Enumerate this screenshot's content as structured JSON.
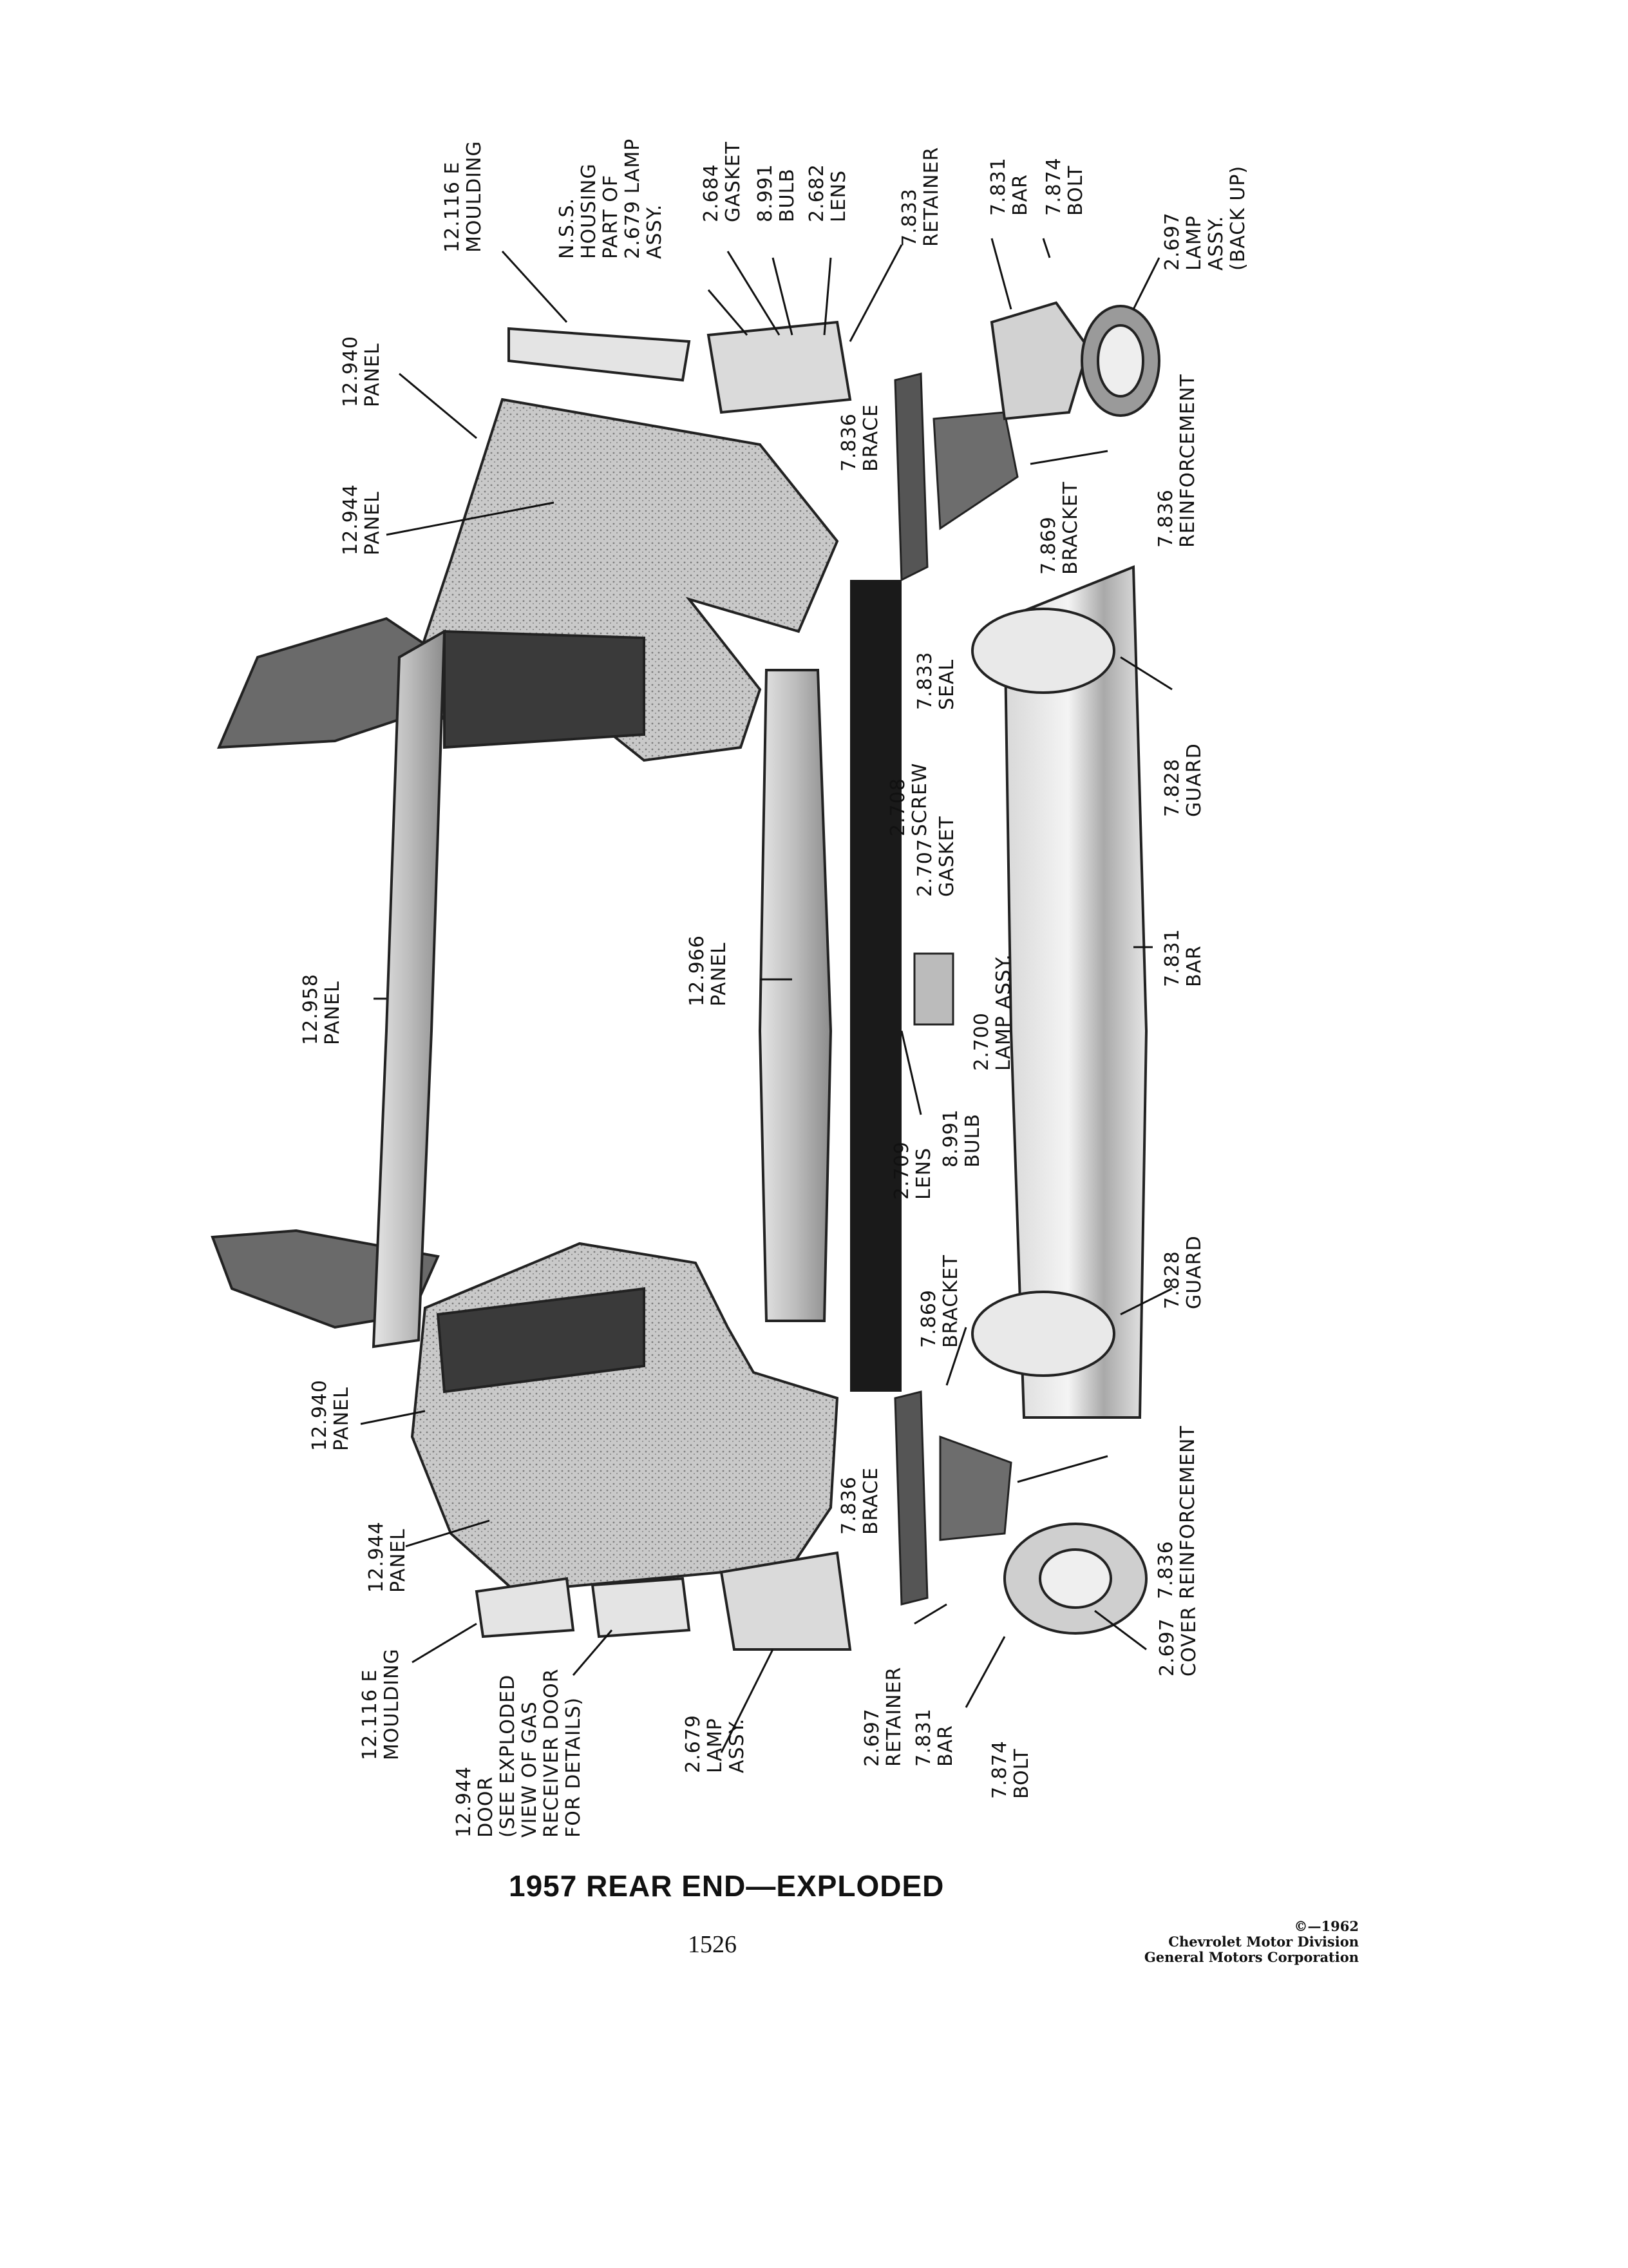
{
  "title": "1957 REAR END—EXPLODED",
  "page_number": "1526",
  "copyright": "©—1962\nChevrolet Motor Division\nGeneral Motors Corporation",
  "labels": {
    "moulding_top": "12.116 E\nMOULDING",
    "nss_housing": "N.S.S.\nHOUSING\nPART OF\n2.679 LAMP\nASSY.",
    "gasket_top": "2.684\nGASKET",
    "bulb_top": "8.991\nBULB",
    "lens_top": "2.682\nLENS",
    "retainer_top": "7.833\nRETAINER",
    "bar_top": "7.831\nBAR",
    "bolt_top": "7.874\nBOLT",
    "lamp_backup": "2.697\nLAMP\nASSY.\n(BACK UP)",
    "panel_940_top": "12.940\nPANEL",
    "panel_944_top": "12.944\nPANEL",
    "brace_top": "7.836\nBRACE",
    "reinforcement_top": "7.836\nREINFORCEMENT",
    "bracket_top": "7.869\nBRACKET",
    "seal": "7.833\nSEAL",
    "guard_top": "7.828\nGUARD",
    "screw": "2.708\nSCREW",
    "gasket_mid": "2.707\nGASKET",
    "lamp_700": "2.700\nLAMP ASSY.",
    "panel_958": "12.958\nPANEL",
    "panel_966": "12.966\nPANEL",
    "bulb_mid": "8.991\nBULB",
    "lens_mid": "2.709\nLENS",
    "bar_mid": "7.831\nBAR",
    "guard_bottom": "7.828\nGUARD",
    "bracket_bottom": "7.869\nBRACKET",
    "panel_940_bottom": "12.940\nPANEL",
    "brace_bottom": "7.836\nBRACE",
    "reinforcement_bottom": "7.836\nREINFORCEMENT",
    "panel_944_bottom": "12.944\nPANEL",
    "moulding_bottom": "12.116 E\nMOULDING",
    "door": "12.944\nDOOR\n(SEE EXPLODED\nVIEW OF GAS\nRECEIVER DOOR\nFOR DETAILS)",
    "lamp_679": "2.679\nLAMP\nASSY.",
    "retainer_bottom": "2.697\nRETAINER",
    "bar_bottom": "7.831\nBAR",
    "bolt_bottom": "7.874\nBOLT",
    "cover": "2.697\nCOVER"
  }
}
